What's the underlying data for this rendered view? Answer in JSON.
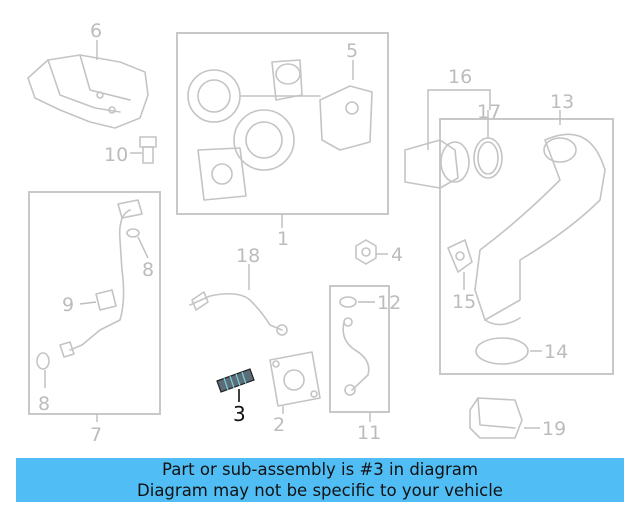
{
  "callouts": {
    "c1": "1",
    "c2": "2",
    "c3": "3",
    "c4": "4",
    "c5": "5",
    "c6": "6",
    "c7": "7",
    "c8a": "8",
    "c8b": "8",
    "c9": "9",
    "c10": "10",
    "c11": "11",
    "c12": "12",
    "c13": "13",
    "c14": "14",
    "c15": "15",
    "c16": "16",
    "c17": "17",
    "c18": "18",
    "c19": "19"
  },
  "highlighted_part": "3",
  "colors": {
    "banner": "#50bdf5",
    "highlight": "#111111",
    "linework": "#c4c4c4"
  },
  "banner": {
    "line1": "Part or sub-assembly is #3 in diagram",
    "line2": "Diagram may not be specific to your vehicle"
  }
}
